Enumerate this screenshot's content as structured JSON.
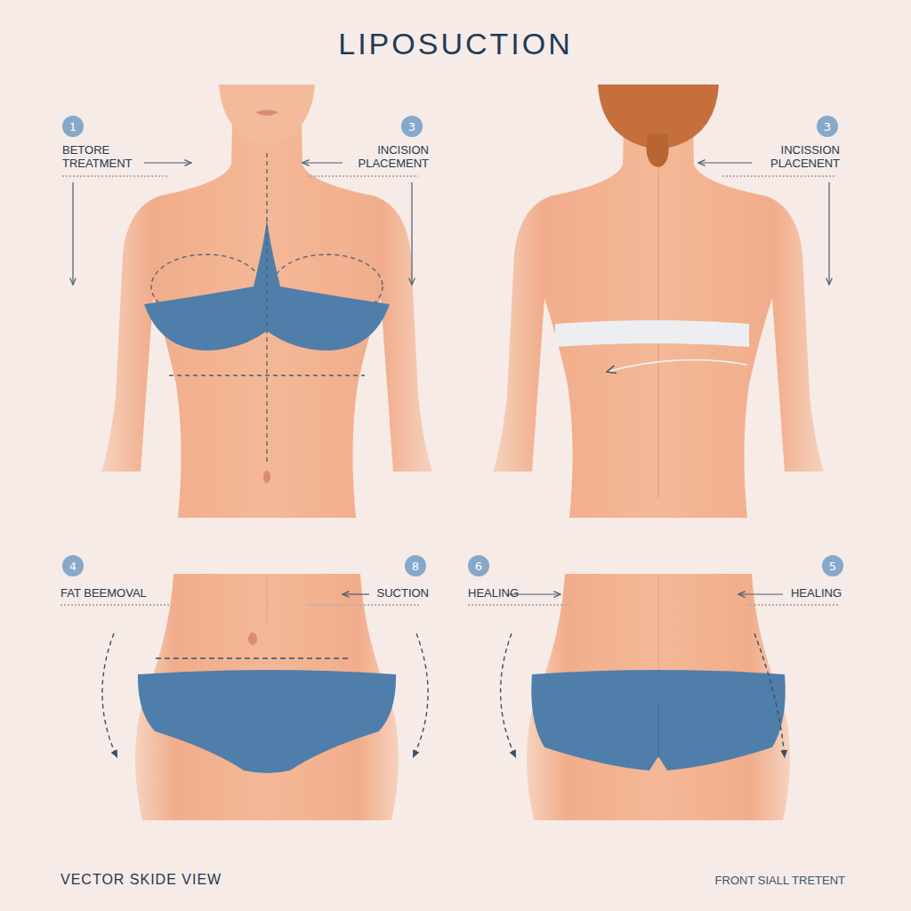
{
  "diagram": {
    "title": "LIPOSUCTION",
    "nodes": [
      {
        "text": [
          "1"
        ]
      },
      {
        "text": [
          "3"
        ]
      },
      {
        "text": [
          "3"
        ]
      },
      {
        "text": [
          "4"
        ]
      },
      {
        "text": [
          "8"
        ]
      },
      {
        "text": [
          "6"
        ]
      },
      {
        "text": [
          "5"
        ]
      }
    ],
    "labels": [
      "BETORE TREATMENT",
      "INCISION PLACEMENT",
      "INCISSION PLACENENT",
      "FAT BEEMOVAL",
      "SUCTION",
      "HEALING",
      "HEALING",
      "VECTOR SKIDE VIEW",
      "FRONT SIALL TRETENT"
    ]
  }
}
